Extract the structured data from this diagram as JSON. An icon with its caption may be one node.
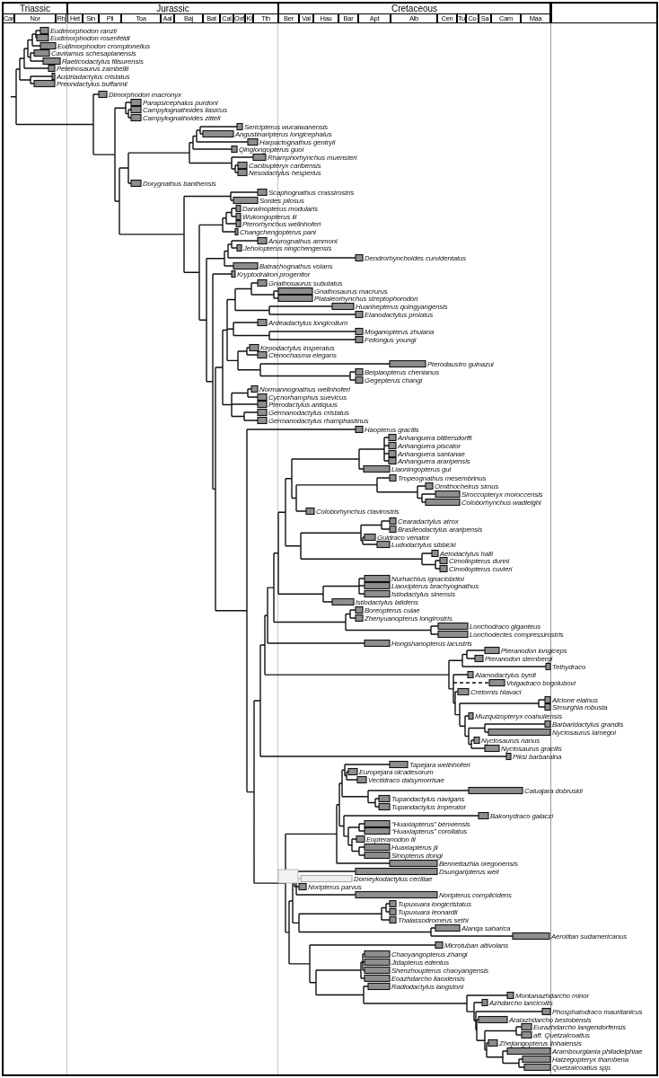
{
  "diagram": {
    "labels": [
      "Triassic",
      "Jurassic",
      "Cretaceous",
      "Car",
      "Nor",
      "Rh",
      "Het",
      "Sin",
      "Pli",
      "Toa",
      "Aal",
      "Baj",
      "Bat",
      "Cal",
      "Oxf",
      "Ki",
      "Tth",
      "Ber",
      "Val",
      "Hau",
      "Bar",
      "Apt",
      "Alb",
      "Cen",
      "Tu",
      "Co",
      "Sa",
      "Cam",
      "Maa",
      "Eudimorphodon ranzii",
      "Eudimorphodon rosenfeldi",
      "Eudimorphodon cromptonellus",
      "Caviramus schesaplanensis",
      "Raeticodactylus filisurensis",
      "Peteinosaurus zambellii",
      "Austriadactylus cristatus",
      "Preondactylus buffarinii",
      "Dimorphodon macronyx",
      "Parapsicephalus purdoni",
      "Campylognathoides liasicus",
      "Campylognathoides zitteli",
      "Sericipterus wucaiwanensis",
      "Angustinaripterus longicephalus",
      "Harpactognathus gentryii",
      "Qinglongopterus guoi",
      "Rhamphorhynchus muensteri",
      "Cacibupteryx caribensis",
      "Nesodactylus hesperius",
      "Dorygnathus banthensis",
      "Scaphognathus crassirostris",
      "Sordes pilosus",
      "Darwinopterus modularis",
      "Wukongopterus lii",
      "Pterorhynchus wellnhoferi",
      "Changchengopterus pani",
      "Anurognathus ammoni",
      "Jeholopterus ningchengensis",
      "Dendrorhynchoides curvidentatus",
      "Batrachognathus volans",
      "Kryptodrakon progenitor",
      "Gnathosaurus subulatus",
      "Gnathosaurus macrurus",
      "Plataleorhynchus streptophorodon",
      "Huanhepterus quingyangensis",
      "Elanodactylus prolatus",
      "Ardeadactylus longicollum",
      "Moganopterus zhuiana",
      "Feilongus youngi",
      "Kepodactylus insperatus",
      "Ctenochasma elegans",
      "Pterodaustro guinazui",
      "Beipiaopterus chenianus",
      "Gegepterus changi",
      "Normannognathus wellnhoferi",
      "Cycnorhamphus suevicus",
      "Pterodactylus antiquus",
      "Germanodactylus cristatus",
      "Germanodactylus rhamphastinus",
      "Haopterus gracilis",
      "Anhanguera blittersdorffi",
      "Anhanguera piscator",
      "Anhanguera santanae",
      "Anhanguera araripensis",
      "Liaoningopterus gui",
      "Tropeognathus mesembrinus",
      "Ornithocheirus simus",
      "Siroccopteryx moroccensis",
      "Coloborhynchus wadleighi",
      "Coloborhynchus clavirostris",
      "Cearadactylus atrox",
      "Brasileodactylus araripensis",
      "Guidraco venator",
      "Ludodactylus sibbicki",
      "Aetodactylus halli",
      "Cimoliopterus dunni",
      "Cimoliopterus cuvieri",
      "Nurhachius ignaciobritoi",
      "Liaoxipterus brachyognathus",
      "Istiodactylus sinensis",
      "Istiodactylus latidens",
      "Boreopterus cuiae",
      "Zhenyuanopterus longirostris",
      "Lonchodraco giganteus",
      "Lonchodectes compressirostris",
      "Hongshanopterus lacustris",
      "Pteranodon longiceps",
      "Pteranodon sternbergi",
      "Tethydraco",
      "Alamodactylus byrdi",
      "Volgadraco bogolubovi",
      "Cretornis hlavaci",
      "Alcione elainus",
      "Simurghia robusta",
      "Muzquizopteryx coahuilensis",
      "Barbaridactylus grandis",
      "Nyctosaurus lamegoi",
      "Nyctosaurus nanus",
      "Nyctosaurus gracilis",
      "Piksi barbarulna",
      "Tapejara wellnhoferi",
      "Europejara olcadesorum",
      "Vectidraco daisymorrisae",
      "Caluajara dobruskii",
      "Tupandactylus navigans",
      "Tupandactylus imperator",
      "Bakonydraco galaczi",
      "“Huaxiapterus” benxiensis",
      "“Huaxiapterus” corollatus",
      "Eopteranodon lii",
      "Huaxiapterus jii",
      "Sinopterus dongi",
      "Bennettazhia oregonensis",
      "Dsungaripterus weii",
      "Domeykodactylus ceciliae",
      "Noripterus parvus",
      "Noripterus complicidens",
      "Tupuxuara longicristatus",
      "Tupuxuara leonardii",
      "Thalassodromeus sethi",
      "Alanqa saharica",
      "Aerotitan sudamericanus",
      "Microtuban altivolans",
      "Chaoyangopterus zhangi",
      "Jidapterus edentus",
      "Shenzhoupterus chaoyangensis",
      "Eoazhdarcho liaoxiensis",
      "Radiodactylus langstoni",
      "Montanazhdarcho minor",
      "Azhdarcho lancicollis",
      "Phosphatodraco mauritanicus",
      "Aralazhdarcho bestobensis",
      "Eurazhdarcho langendorfensis",
      "aff. Quetzalcoatlus",
      "Zhejiangopterus linhaiensis",
      "Arambourgiania philadelphiae",
      "Hatzegopteryx thambena",
      "Quetzalcoatlus spp."
    ]
  }
}
